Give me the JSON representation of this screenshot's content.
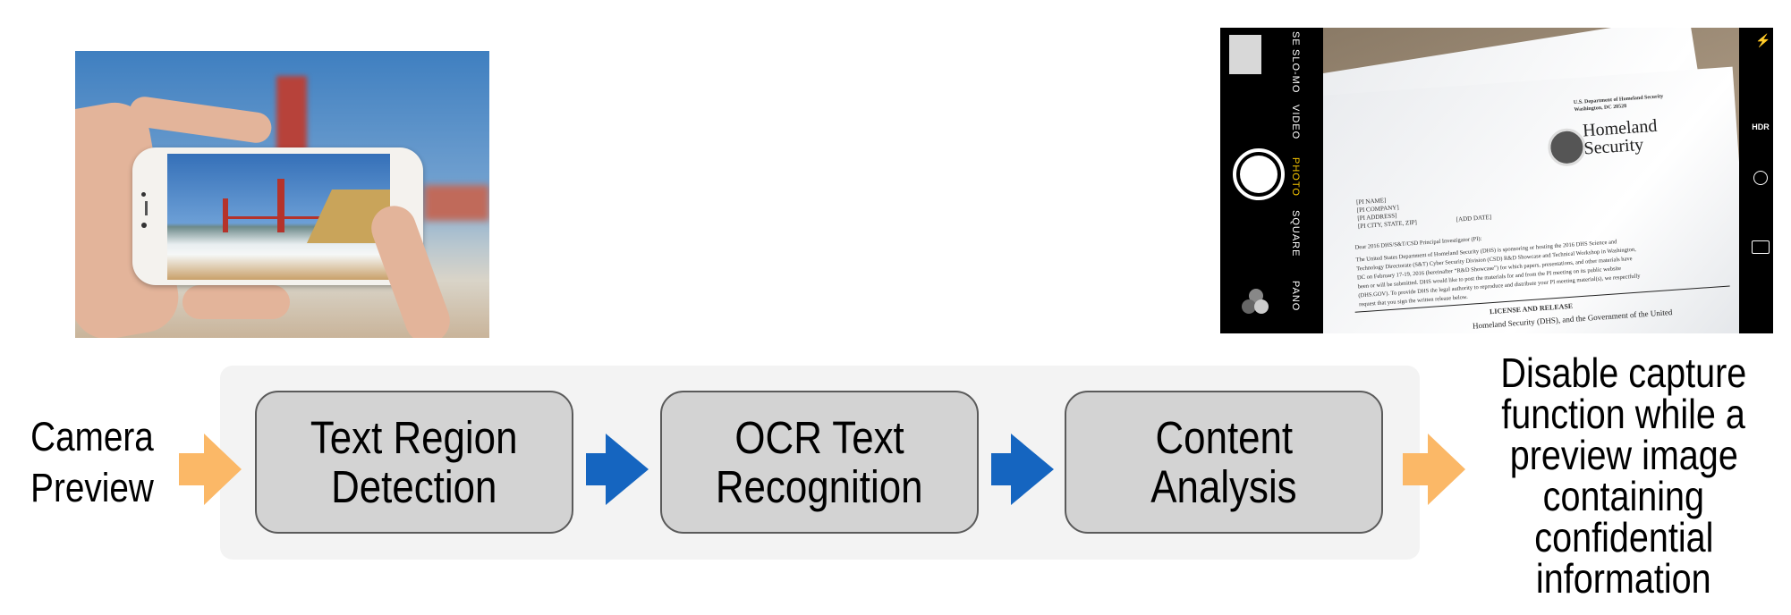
{
  "left_photo": {
    "description_icon": "hands-holding-phone-photo"
  },
  "camera_ui": {
    "modes": [
      "SE",
      "SLO-MO",
      "VIDEO",
      "PHOTO",
      "SQUARE",
      "PANO"
    ],
    "active_mode": "PHOTO",
    "hdr_label": "HDR",
    "document": {
      "header_line1": "U.S. Department of Homeland Security",
      "header_line2": "Washington, DC 20528",
      "logo_line1": "Homeland",
      "logo_line2": "Security",
      "address": [
        "[PI NAME]",
        "[PI COMPANY]",
        "[PI ADDRESS]",
        "[PI CITY, STATE, ZIP]"
      ],
      "date": "[ADD DATE]",
      "salutation": "Dear 2016 DHS/S&T/CSD Principal Investigator (PI):",
      "body": [
        "The United States Department of Homeland Security (DHS) is sponsoring or hosting the 2016 DHS Science and",
        "Technology Directorate (S&T) Cyber Security Division (CSD) R&D Showcase and Technical Workshop in Washington,",
        "DC on February 17-19, 2016 (hereinafter “R&D Showcase”) for which papers, presentations, and other materials have",
        "been or will be submitted.  DHS would like to post the materials for and from the PI meeting on its public website",
        "(DHS.GOV).  To provide DHS the legal authority to reproduce and distribute your PI meeting material(s), we respectfully",
        "request that you sign the written release below."
      ],
      "section_title": "LICENSE AND RELEASE",
      "footer_line": "Homeland Security (DHS), and the Government of the United"
    }
  },
  "diagram": {
    "input_label": "Camera Preview",
    "steps": [
      {
        "line1": "Text Region",
        "line2": "Detection"
      },
      {
        "line1": "OCR Text",
        "line2": "Recognition"
      },
      {
        "line1": "Content",
        "line2": "Analysis"
      }
    ],
    "output_lines": [
      "Disable capture",
      "function while a",
      "preview image",
      "containing",
      "confidential",
      "information"
    ],
    "colors": {
      "io_arrow": "#fbb867",
      "step_arrow": "#1565c0",
      "box_fill": "#d3d3d3",
      "panel": "#f3f3f3"
    }
  }
}
